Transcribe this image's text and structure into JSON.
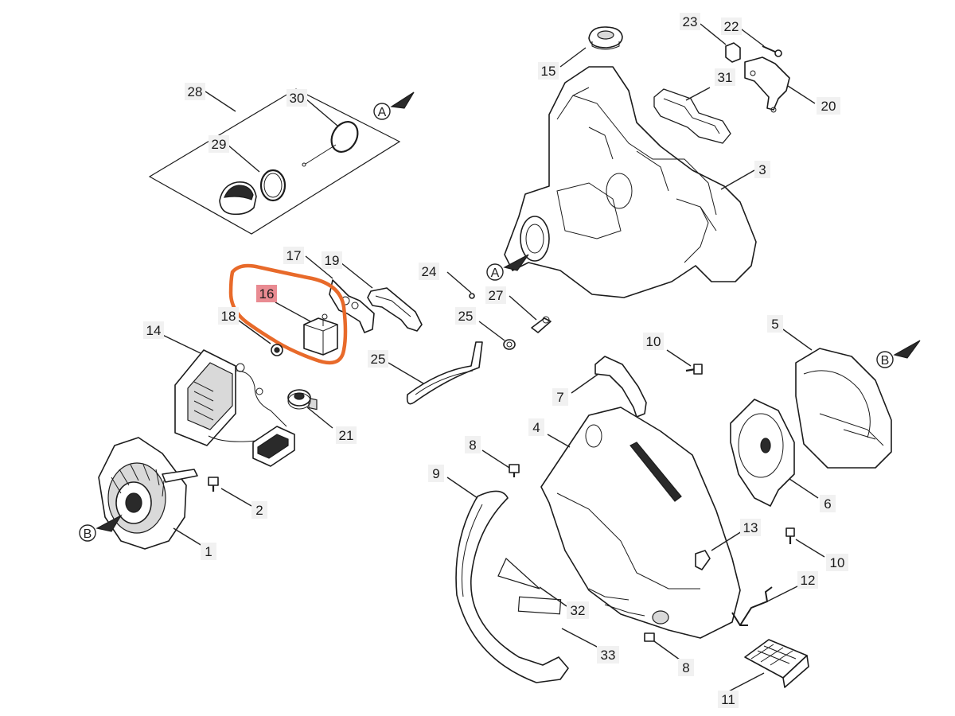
{
  "colors": {
    "highlight_outline": "#e86a2a",
    "highlight_label_bg": "#e98b92",
    "label_bg": "#f1f1f1",
    "line": "#1c1c1c"
  },
  "highlighted_part": "16",
  "parts": [
    {
      "id": "p1",
      "label": "1"
    },
    {
      "id": "p2",
      "label": "2"
    },
    {
      "id": "p3",
      "label": "3"
    },
    {
      "id": "p4",
      "label": "4"
    },
    {
      "id": "p5",
      "label": "5"
    },
    {
      "id": "p6",
      "label": "6"
    },
    {
      "id": "p7",
      "label": "7"
    },
    {
      "id": "p8a",
      "label": "8"
    },
    {
      "id": "p8b",
      "label": "8"
    },
    {
      "id": "p9",
      "label": "9"
    },
    {
      "id": "p10a",
      "label": "10"
    },
    {
      "id": "p10b",
      "label": "10"
    },
    {
      "id": "p11",
      "label": "11"
    },
    {
      "id": "p12",
      "label": "12"
    },
    {
      "id": "p13",
      "label": "13"
    },
    {
      "id": "p14",
      "label": "14"
    },
    {
      "id": "p15",
      "label": "15"
    },
    {
      "id": "p16",
      "label": "16"
    },
    {
      "id": "p17",
      "label": "17"
    },
    {
      "id": "p18",
      "label": "18"
    },
    {
      "id": "p19",
      "label": "19"
    },
    {
      "id": "p20",
      "label": "20"
    },
    {
      "id": "p21",
      "label": "21"
    },
    {
      "id": "p22",
      "label": "22"
    },
    {
      "id": "p23",
      "label": "23"
    },
    {
      "id": "p24",
      "label": "24"
    },
    {
      "id": "p25a",
      "label": "25"
    },
    {
      "id": "p25b",
      "label": "25"
    },
    {
      "id": "p27",
      "label": "27"
    },
    {
      "id": "p28",
      "label": "28"
    },
    {
      "id": "p29",
      "label": "29"
    },
    {
      "id": "p30",
      "label": "30"
    },
    {
      "id": "p31",
      "label": "31"
    },
    {
      "id": "p32",
      "label": "32"
    },
    {
      "id": "p33",
      "label": "33"
    }
  ],
  "references": [
    {
      "id": "refA1",
      "label": "A"
    },
    {
      "id": "refA2",
      "label": "A"
    },
    {
      "id": "refB1",
      "label": "B"
    },
    {
      "id": "refB2",
      "label": "B"
    }
  ]
}
